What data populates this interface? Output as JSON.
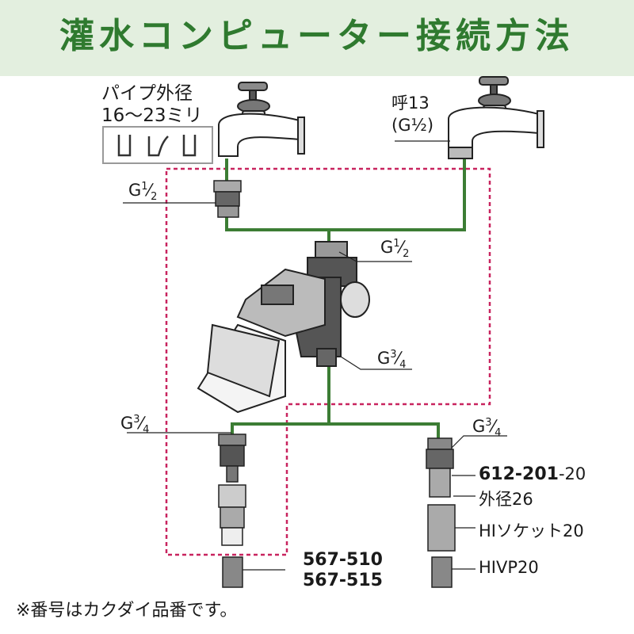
{
  "title": "灌水コンピューター接続方法",
  "colors": {
    "banner_bg": "#e3efdf",
    "title": "#2f7a2f",
    "pipe": "#3c7d34",
    "boundary": "#c8245f"
  },
  "pipe_size_label": {
    "line1": "パイプ外径",
    "line2": "16〜23ミリ"
  },
  "tap_right_label": {
    "line1": "呼13",
    "line2": "(G½)"
  },
  "thread_labels": {
    "left_adapter": {
      "g": "G",
      "num": "1",
      "den": "2"
    },
    "valve_inlet": {
      "g": "G",
      "num": "1",
      "den": "2"
    },
    "valve_outlet": {
      "g": "G",
      "num": "3",
      "den": "4"
    },
    "left_connector": {
      "g": "G",
      "num": "3",
      "den": "4"
    },
    "right_connector": {
      "g": "G",
      "num": "3",
      "den": "4"
    }
  },
  "parts_right": {
    "code_bold": "612-201",
    "code_suffix": "-20",
    "outer_dia": "外径26",
    "socket": "HIソケット20",
    "pipe": "HIVP20"
  },
  "parts_left": {
    "code1": "567-510",
    "code2": "567-515"
  },
  "footer": "※番号はカクダイ品番です。"
}
